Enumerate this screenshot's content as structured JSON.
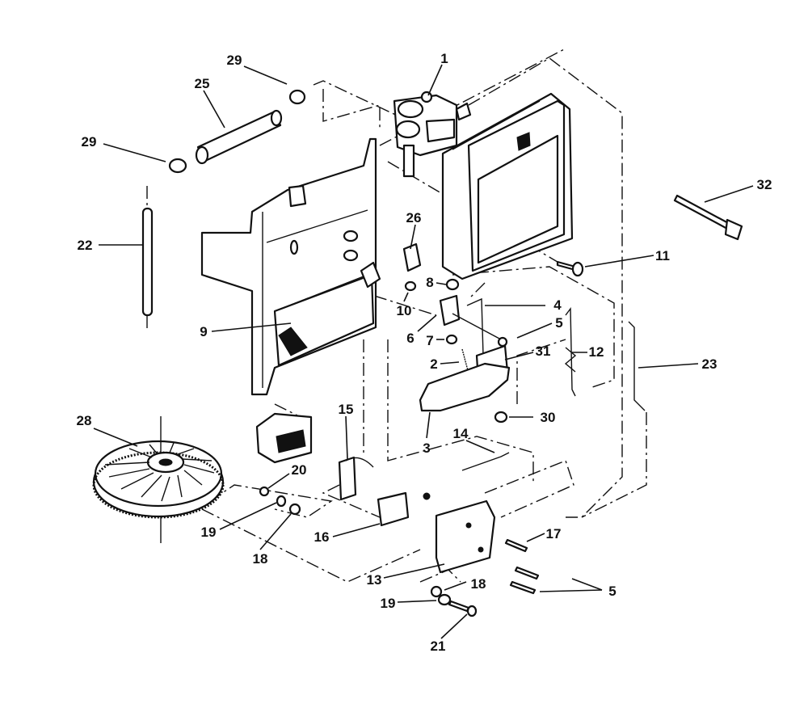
{
  "diagram": {
    "callouts": [
      {
        "id": "c1",
        "text": "1"
      },
      {
        "id": "c29a",
        "text": "29"
      },
      {
        "id": "c25",
        "text": "25"
      },
      {
        "id": "c29b",
        "text": "29"
      },
      {
        "id": "c22",
        "text": "22"
      },
      {
        "id": "c26",
        "text": "26"
      },
      {
        "id": "c32",
        "text": "32"
      },
      {
        "id": "c11",
        "text": "11"
      },
      {
        "id": "c8",
        "text": "8"
      },
      {
        "id": "c10",
        "text": "10"
      },
      {
        "id": "c4",
        "text": "4"
      },
      {
        "id": "c9",
        "text": "9"
      },
      {
        "id": "c6",
        "text": "6"
      },
      {
        "id": "c5a",
        "text": "5"
      },
      {
        "id": "c7",
        "text": "7"
      },
      {
        "id": "c2",
        "text": "2"
      },
      {
        "id": "c31",
        "text": "31"
      },
      {
        "id": "c12",
        "text": "12"
      },
      {
        "id": "c23",
        "text": "23"
      },
      {
        "id": "c28",
        "text": "28"
      },
      {
        "id": "c30",
        "text": "30"
      },
      {
        "id": "c15",
        "text": "15"
      },
      {
        "id": "c3",
        "text": "3"
      },
      {
        "id": "c14",
        "text": "14"
      },
      {
        "id": "c20",
        "text": "20"
      },
      {
        "id": "c19a",
        "text": "19"
      },
      {
        "id": "c18a",
        "text": "18"
      },
      {
        "id": "c16",
        "text": "16"
      },
      {
        "id": "c17",
        "text": "17"
      },
      {
        "id": "c13",
        "text": "13"
      },
      {
        "id": "c18b",
        "text": "18"
      },
      {
        "id": "c5b",
        "text": "5"
      },
      {
        "id": "c19b",
        "text": "19"
      },
      {
        "id": "c21",
        "text": "21"
      }
    ]
  }
}
